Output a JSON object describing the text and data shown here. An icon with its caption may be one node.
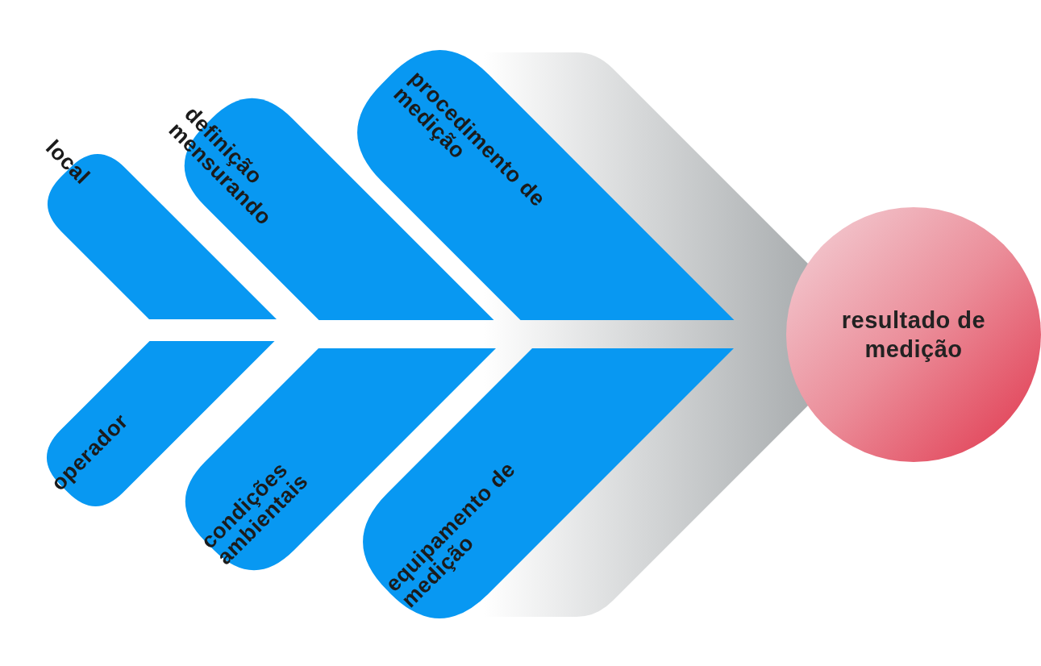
{
  "diagram": {
    "nodes": [
      {
        "text": [
          "local"
        ]
      },
      {
        "text": [
          "definição mensurando"
        ]
      },
      {
        "text": [
          "procedimento de medição"
        ]
      },
      {
        "text": [
          "operador"
        ]
      },
      {
        "text": [
          "condições ambientais"
        ]
      },
      {
        "text": [
          "equipamento de medição"
        ]
      },
      {
        "text": [
          "resultado de medição"
        ]
      }
    ]
  }
}
